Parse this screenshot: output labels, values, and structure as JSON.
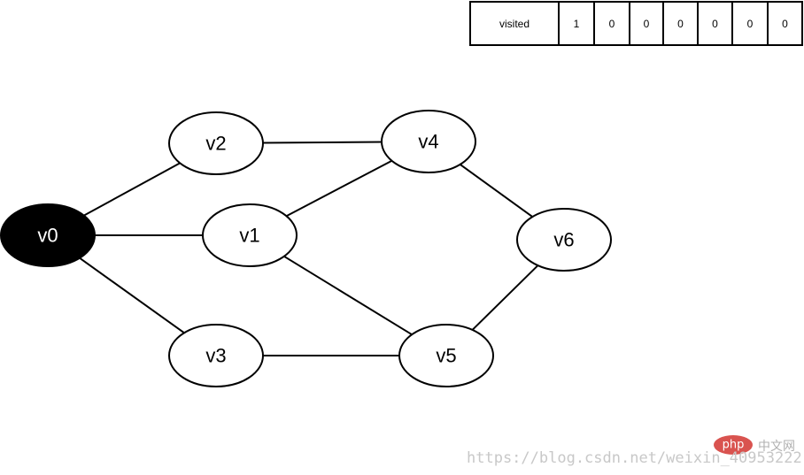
{
  "visited_table": {
    "label": "visited",
    "values": [
      "1",
      "0",
      "0",
      "0",
      "0",
      "0",
      "0"
    ]
  },
  "graph": {
    "nodes": [
      {
        "id": "v0",
        "label": "v0",
        "visited": true
      },
      {
        "id": "v1",
        "label": "v1",
        "visited": false
      },
      {
        "id": "v2",
        "label": "v2",
        "visited": false
      },
      {
        "id": "v3",
        "label": "v3",
        "visited": false
      },
      {
        "id": "v4",
        "label": "v4",
        "visited": false
      },
      {
        "id": "v5",
        "label": "v5",
        "visited": false
      },
      {
        "id": "v6",
        "label": "v6",
        "visited": false
      }
    ],
    "edges": [
      [
        "v0",
        "v2"
      ],
      [
        "v0",
        "v1"
      ],
      [
        "v0",
        "v3"
      ],
      [
        "v2",
        "v4"
      ],
      [
        "v1",
        "v4"
      ],
      [
        "v1",
        "v5"
      ],
      [
        "v3",
        "v5"
      ],
      [
        "v4",
        "v6"
      ],
      [
        "v5",
        "v6"
      ]
    ]
  },
  "colors": {
    "visited_fill": "#000000",
    "visited_text": "#ffffff",
    "node_fill": "#ffffff",
    "node_text": "#000000",
    "stroke": "#000000",
    "logo": "#d9534f"
  },
  "watermark": {
    "url": "https://blog.csdn.net/weixin_40953222",
    "logo_text": "php",
    "site_name": "中文网"
  }
}
